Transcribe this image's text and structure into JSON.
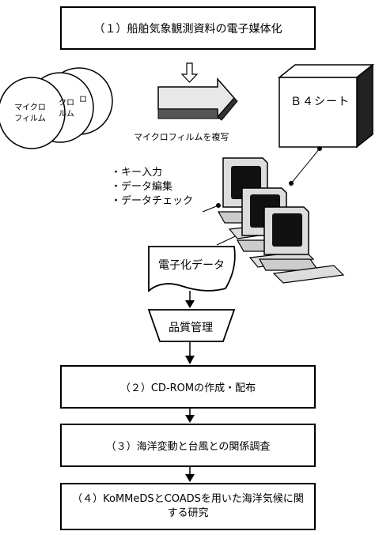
{
  "steps": {
    "step1": "（１）船舶気象観測資料の電子媒体化",
    "step2": "（２）CD-ROMの作成・配布",
    "step3": "（３）海洋変動と台風との関係調査",
    "step4": "（４）KoMMeDSとCOADSを用いた海洋気候に関する研究"
  },
  "microfilm": {
    "front_label_line1": "マイクロ",
    "front_label_line2": "フィルム",
    "mid_label_line1": "クロ",
    "mid_label_line2": "ルム",
    "back_label": "ロ"
  },
  "copy_label": "マイクロフィルムを複写",
  "sheet_label": "Ｂ４シート",
  "tasks": [
    "・キー入力",
    "・データ編集",
    "・データチェック"
  ],
  "digital_label": "電子化データ",
  "qc_label": "品質管理"
}
